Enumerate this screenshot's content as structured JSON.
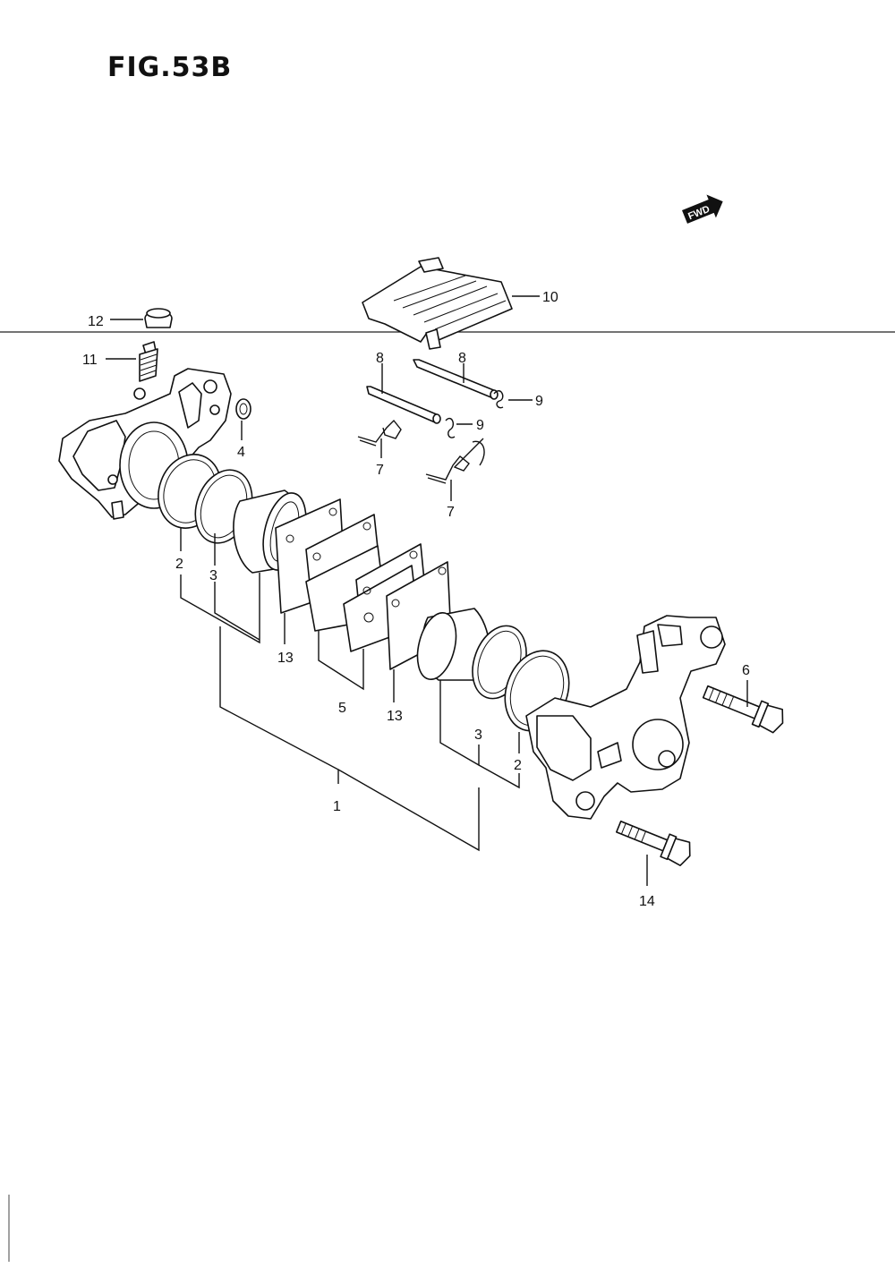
{
  "figure": {
    "title": "FIG.53B",
    "fwd_badge": "FWD"
  },
  "callouts": [
    {
      "id": "c1",
      "text": "1"
    },
    {
      "id": "c2a",
      "text": "2"
    },
    {
      "id": "c2b",
      "text": "2"
    },
    {
      "id": "c3a",
      "text": "3"
    },
    {
      "id": "c3b",
      "text": "3"
    },
    {
      "id": "c4",
      "text": "4"
    },
    {
      "id": "c5",
      "text": "5"
    },
    {
      "id": "c6",
      "text": "6"
    },
    {
      "id": "c7a",
      "text": "7"
    },
    {
      "id": "c7b",
      "text": "7"
    },
    {
      "id": "c8a",
      "text": "8"
    },
    {
      "id": "c8b",
      "text": "8"
    },
    {
      "id": "c9a",
      "text": "9"
    },
    {
      "id": "c9b",
      "text": "9"
    },
    {
      "id": "c10",
      "text": "10"
    },
    {
      "id": "c11",
      "text": "11"
    },
    {
      "id": "c12",
      "text": "12"
    },
    {
      "id": "c13a",
      "text": "13"
    },
    {
      "id": "c13b",
      "text": "13"
    },
    {
      "id": "c14",
      "text": "14"
    }
  ]
}
